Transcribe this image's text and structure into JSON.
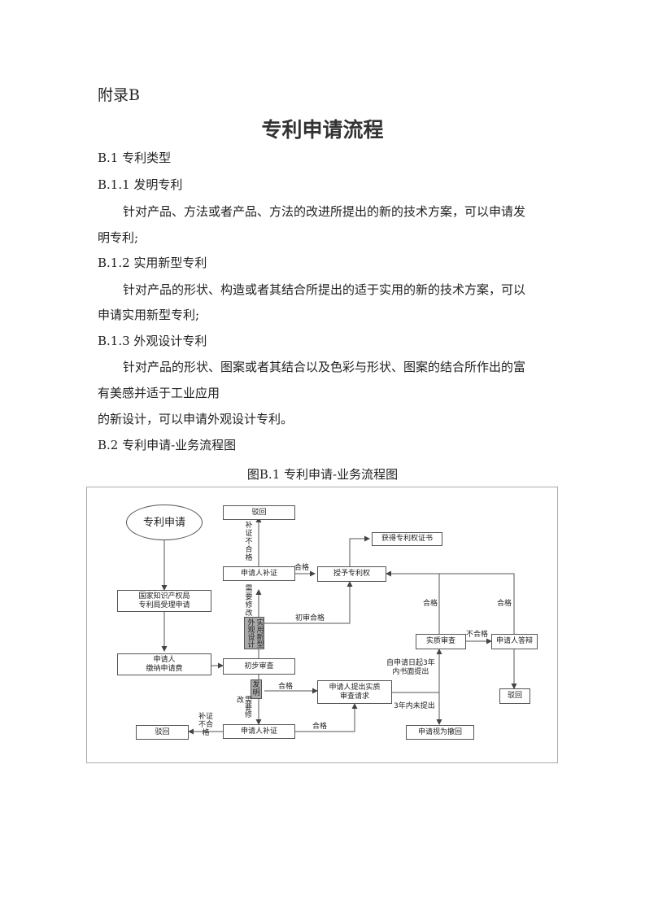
{
  "appendix": "附录B",
  "title": "专利申请流程",
  "paragraphs": [
    "B.1 专利类型",
    "B.1.1 发明专利",
    "针对产品、方法或者产品、方法的改进所提出的新的技术方案，可以申请发",
    "明专利;",
    "B.1.2 实用新型专利",
    "针对产品的形状、构造或者其结合所提出的适于实用的新的技术方案，可以",
    "申请实用新型专利;",
    "B.1.3 外观设计专利",
    "针对产品的形状、图案或者其结合以及色彩与形状、图案的结合所作出的富",
    "有美感并适于工业应用",
    "的新设计，可以申请外观设计专利。",
    "B.2 专利申请-业务流程图"
  ],
  "figure": {
    "caption": "图B.1 专利申请-业务流程图",
    "nodes": {
      "start": "专利申请",
      "sipo": "国家知识产权局\n专利局受理申请",
      "fee": "申请人\n缴纳申请费",
      "prelim": "初步审查",
      "reject_top": "驳回",
      "supplement_top": "申请人补证",
      "grant": "授予专利权",
      "certificate": "获得专利权证书",
      "utility_design": "实用新型\n外观设计",
      "invention": "发明",
      "substantive": "实质审查",
      "applicant_reply": "申请人答辩",
      "reject_right": "驳回",
      "request_exam": "申请人提出实质\n审查请求",
      "supplement_bottom": "申请人补证",
      "reject_left": "驳回",
      "withdrawn": "申请视为撤回"
    },
    "labels": {
      "supp_fail_top": "补证不合格",
      "need_modify_top": "需要修改",
      "qualified_top": "合格",
      "prelim_pass": "初审合格",
      "qualified_mid": "合格",
      "qualified_sub": "合格",
      "qualified_reply": "合格",
      "not_qualified": "不合格",
      "need_modify_bottom": "需要修改",
      "supp_fail_bottom": "补证不合格",
      "qualified_bottom": "合格",
      "within_3y": "自申请日起3年\n内书面提出",
      "not_in_3y": "3年内未提出"
    }
  }
}
